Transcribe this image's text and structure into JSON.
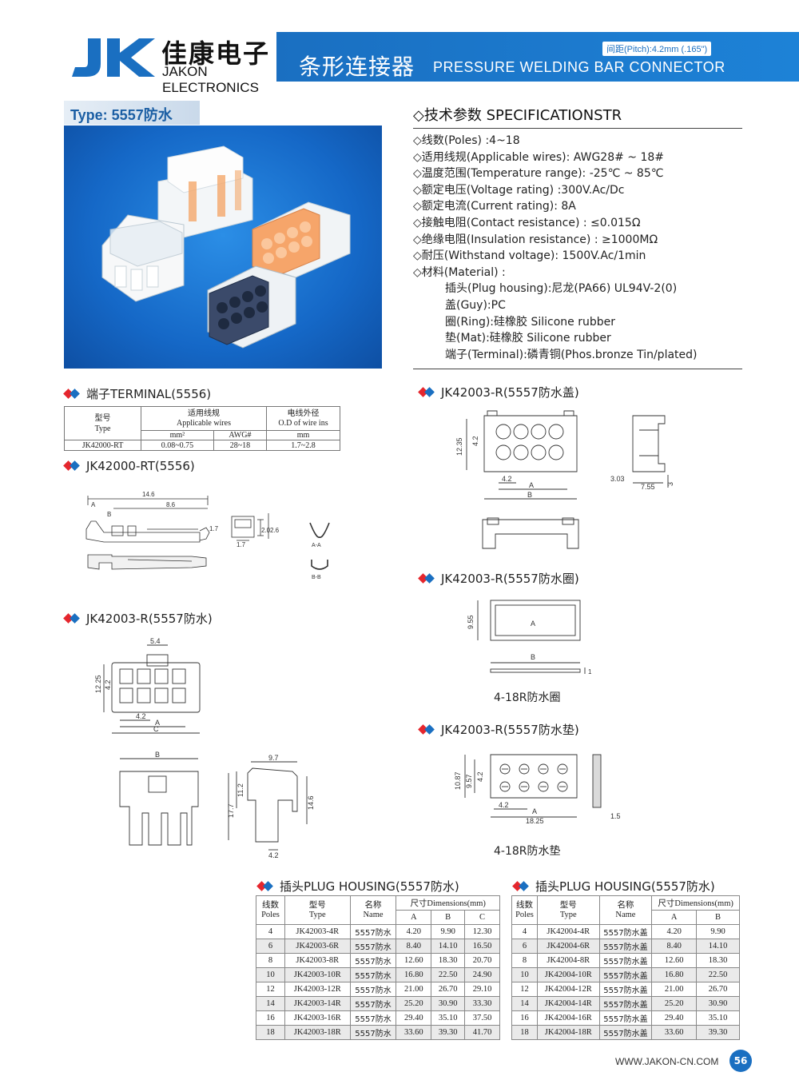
{
  "header": {
    "brand_cn": "佳康电子",
    "brand_en": "JAKON ELECTRONICS",
    "logo_mark": "JK",
    "title_cn": "条形连接器",
    "title_en": "PRESSURE WELDING BAR CONNECTOR",
    "pitch": "间距(Pitch):4.2mm (.165\")"
  },
  "type_label": "Type: 5557防水",
  "specs": {
    "heading": "◇技术参数 SPECIFICATIONSTR",
    "items": [
      "◇线数(Poles) :4~18",
      "◇适用线规(Applicable wires): AWG28# ~ 18#",
      "◇温度范围(Temperature range): -25℃ ~ 85℃",
      "◇额定电压(Voltage rating) :300V.Ac/Dc",
      "◇额定电流(Current rating): 8A",
      "◇接触电阻(Contact resistance) : ≤0.015Ω",
      "◇绝缘电阻(Insulation resistance) : ≥1000MΩ",
      "◇耐压(Withstand voltage): 1500V.Ac/1min",
      "◇材料(Material) :"
    ],
    "materials": [
      "插头(Plug housing):尼龙(PA66) UL94V-2(0)",
      "盖(Guy):PC",
      "圈(Ring):硅橡胶 Silicone rubber",
      "垫(Mat):硅橡胶 Silicone rubber",
      "端子(Terminal):磷青铜(Phos.bronze Tin/plated)"
    ]
  },
  "sections": {
    "terminal": "端子TERMINAL(5556)",
    "terminal_part": "JK42000-RT(5556)",
    "housing": "JK42003-R(5557防水)",
    "cover": "JK42003-R(5557防水盖)",
    "ring": "JK42003-R(5557防水圈)",
    "mat": "JK42003-R(5557防水垫)",
    "plug1": "插头PLUG HOUSING(5557防水)",
    "plug2": "插头PLUG HOUSING(5557防水)"
  },
  "captions": {
    "ring": "4-18R防水圈",
    "mat": "4-18R防水垫"
  },
  "terminal_table": {
    "h_type_cn": "型号",
    "h_type_en": "Type",
    "h_wires_cn": "适用线规",
    "h_wires_en": "Applicable wires",
    "h_od_cn": "电线外径",
    "h_od_en": "O.D of wire ins",
    "h_mm2": "mm²",
    "h_awg": "AWG#",
    "h_mm": "mm",
    "row": [
      "JK42000-RT",
      "0.08~0.75",
      "28~18",
      "1.7~2.8"
    ]
  },
  "plug_table_1": {
    "h_poles_cn": "线数",
    "h_poles_en": "Poles",
    "h_type_cn": "型号",
    "h_type_en": "Type",
    "h_name_cn": "名称",
    "h_name_en": "Name",
    "h_dim": "尺寸Dimensions(mm)",
    "cols": [
      "A",
      "B",
      "C"
    ],
    "rows": [
      [
        "4",
        "JK42003-4R",
        "5557防水",
        "4.20",
        "9.90",
        "12.30"
      ],
      [
        "6",
        "JK42003-6R",
        "5557防水",
        "8.40",
        "14.10",
        "16.50"
      ],
      [
        "8",
        "JK42003-8R",
        "5557防水",
        "12.60",
        "18.30",
        "20.70"
      ],
      [
        "10",
        "JK42003-10R",
        "5557防水",
        "16.80",
        "22.50",
        "24.90"
      ],
      [
        "12",
        "JK42003-12R",
        "5557防水",
        "21.00",
        "26.70",
        "29.10"
      ],
      [
        "14",
        "JK42003-14R",
        "5557防水",
        "25.20",
        "30.90",
        "33.30"
      ],
      [
        "16",
        "JK42003-16R",
        "5557防水",
        "29.40",
        "35.10",
        "37.50"
      ],
      [
        "18",
        "JK42003-18R",
        "5557防水",
        "33.60",
        "39.30",
        "41.70"
      ]
    ]
  },
  "plug_table_2": {
    "h_poles_cn": "线数",
    "h_poles_en": "Poles",
    "h_type_cn": "型号",
    "h_type_en": "Type",
    "h_name_cn": "名称",
    "h_name_en": "Name",
    "h_dim": "尺寸Dimensions(mm)",
    "cols": [
      "A",
      "B"
    ],
    "rows": [
      [
        "4",
        "JK42004-4R",
        "5557防水盖",
        "4.20",
        "9.90"
      ],
      [
        "6",
        "JK42004-6R",
        "5557防水盖",
        "8.40",
        "14.10"
      ],
      [
        "8",
        "JK42004-8R",
        "5557防水盖",
        "12.60",
        "18.30"
      ],
      [
        "10",
        "JK42004-10R",
        "5557防水盖",
        "16.80",
        "22.50"
      ],
      [
        "12",
        "JK42004-12R",
        "5557防水盖",
        "21.00",
        "26.70"
      ],
      [
        "14",
        "JK42004-14R",
        "5557防水盖",
        "25.20",
        "30.90"
      ],
      [
        "16",
        "JK42004-16R",
        "5557防水盖",
        "29.40",
        "35.10"
      ],
      [
        "18",
        "JK42004-18R",
        "5557防水盖",
        "33.60",
        "39.30"
      ]
    ]
  },
  "dims": {
    "term_14_6": "14.6",
    "term_8_6": "8.6",
    "term_1_7a": "1.7",
    "term_2_6": "2.6",
    "term_2_0": "2.0",
    "term_1_7b": "1.7",
    "aa": "A-A",
    "bb": "B-B",
    "A": "A",
    "B": "B",
    "C": "C",
    "h_5_4": "5.4",
    "h_12_25": "12.25",
    "h_4_2a": "4.2",
    "h_4_2b": "4.2",
    "h_9_7": "9.7",
    "h_11_2": "11.2",
    "h_17_7": "17.7",
    "h_14_6": "14.6",
    "h_4_2c": "4.2",
    "c_12_35": "12.35",
    "c_4_2a": "4.2",
    "c_4_2b": "4.2",
    "c_3_03": "3.03",
    "c_7_55": "7.55",
    "c_3": "3",
    "r_9_55": "9.55",
    "r_1": "1",
    "m_10_87": "10.87",
    "m_9_57": "9.57",
    "m_4_2a": "4.2",
    "m_4_2b": "4.2",
    "m_18_25": "18.25",
    "m_1_5": "1.5"
  },
  "footer": {
    "url": "WWW.JAKON-CN.COM",
    "page": "56"
  },
  "colors": {
    "brand_blue": "#1a6fc1",
    "accent_red": "#e5262d"
  }
}
